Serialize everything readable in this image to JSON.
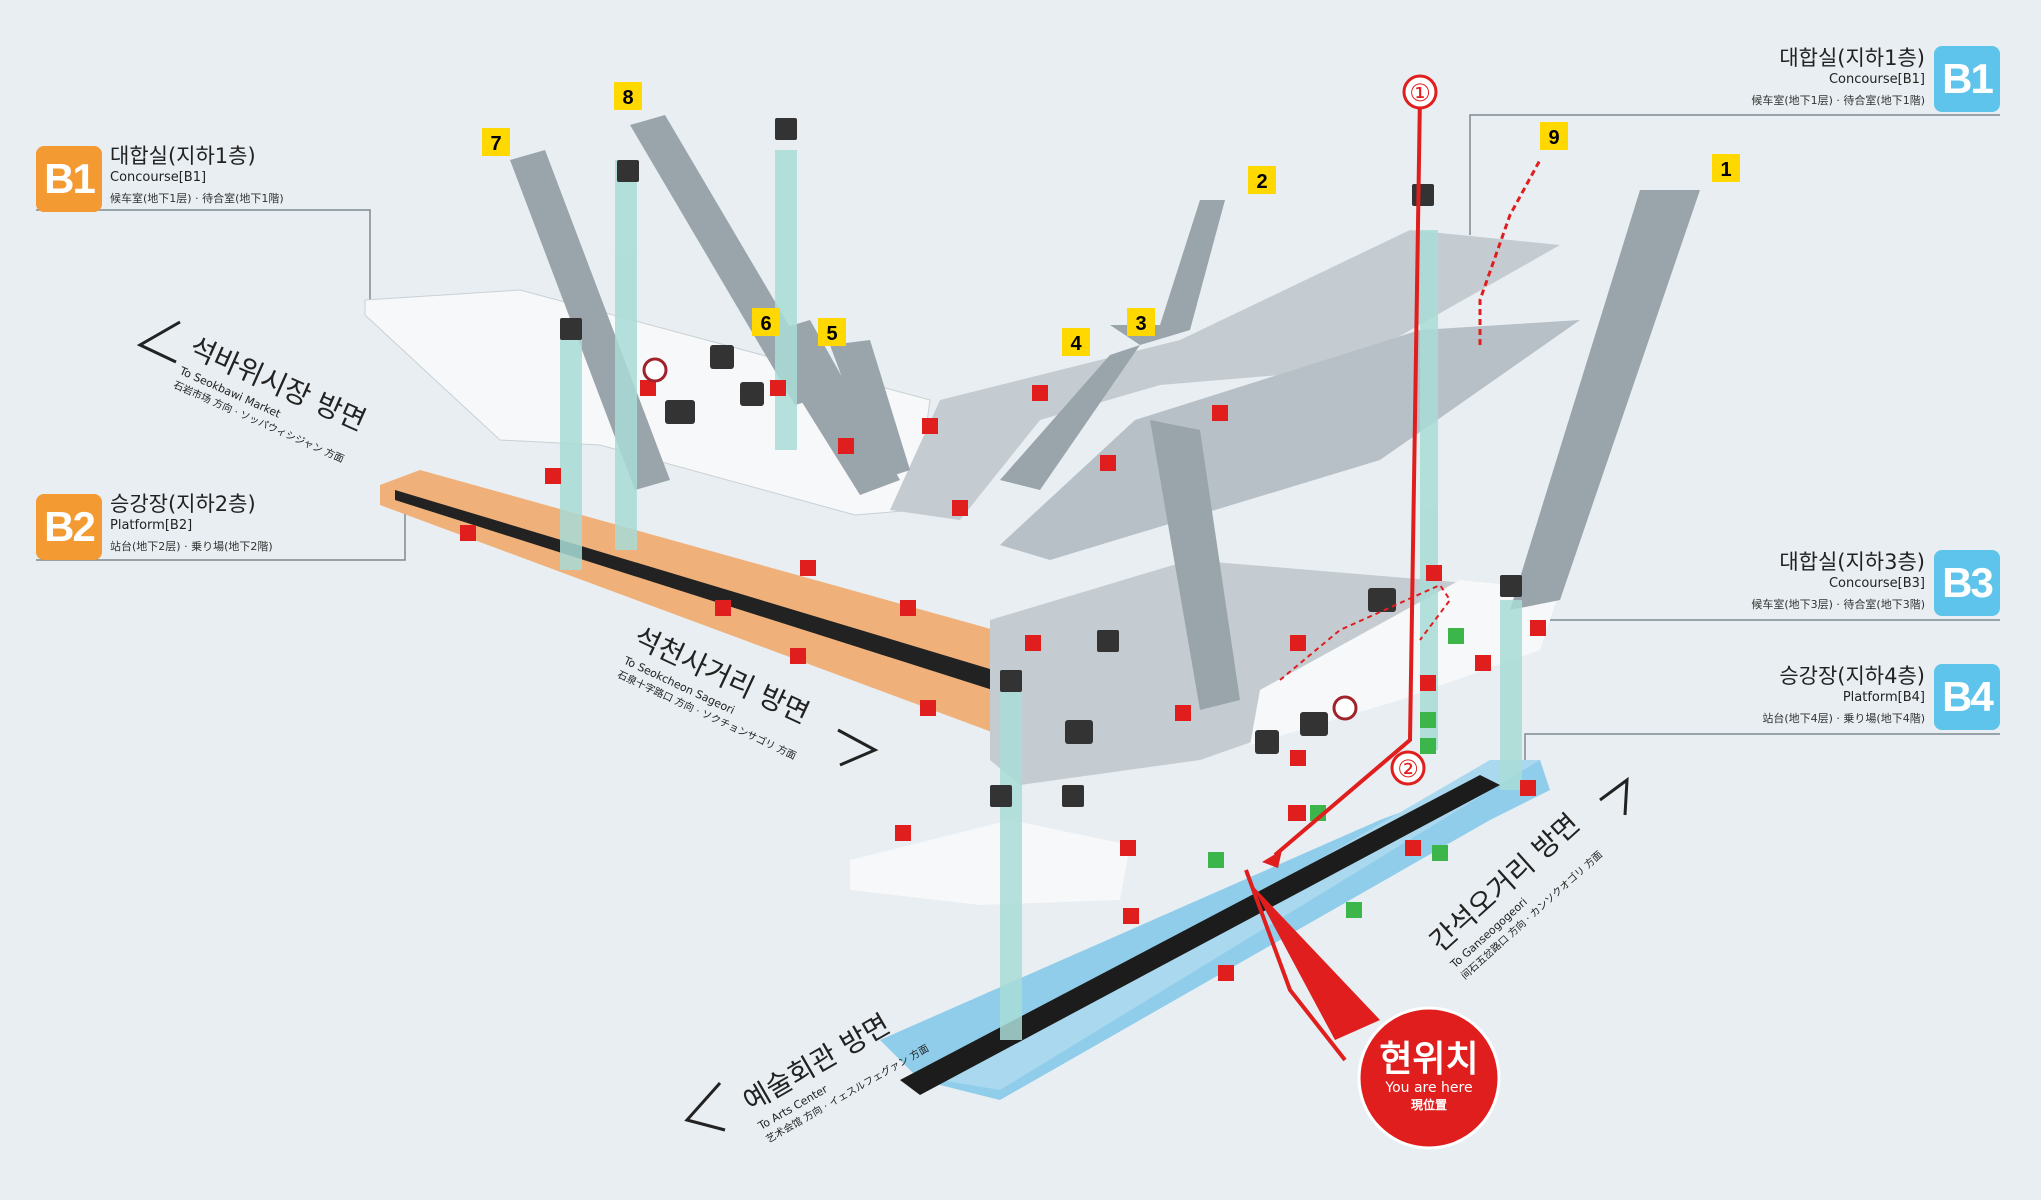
{
  "levels": [
    {
      "id": "b1-left",
      "badge": "B1",
      "ko": "대합실(지하1층)",
      "en": "Concourse[B1]",
      "jp": "候车室(地下1层) · 待合室(地下1階)",
      "color": "#f39a33"
    },
    {
      "id": "b2-left",
      "badge": "B2",
      "ko": "승강장(지하2층)",
      "en": "Platform[B2]",
      "jp": "站台(地下2层) · 乗り場(地下2階)",
      "color": "#f39a33"
    },
    {
      "id": "b1-right",
      "badge": "B1",
      "ko": "대합실(지하1층)",
      "en": "Concourse[B1]",
      "jp": "候车室(地下1层) · 待合室(地下1階)",
      "color": "#5ec4ec"
    },
    {
      "id": "b3-right",
      "badge": "B3",
      "ko": "대합실(지하3층)",
      "en": "Concourse[B3]",
      "jp": "候车室(地下3层) · 待合室(地下3階)",
      "color": "#5ec4ec"
    },
    {
      "id": "b4-right",
      "badge": "B4",
      "ko": "승강장(지하4층)",
      "en": "Platform[B4]",
      "jp": "站台(地下4层) · 乗り場(地下4階)",
      "color": "#5ec4ec"
    }
  ],
  "directions": [
    {
      "id": "seokbawi",
      "ko": "석바위시장 방면",
      "en": "To Seokbawi Market",
      "jp": "石岩市场 方向 · ソッパウィシジャン 方面"
    },
    {
      "id": "seokcheon",
      "ko": "석천사거리 방면",
      "en": "To Seokcheon Sageori",
      "jp": "石泉十字路口 方向 · ソクチョンサゴリ 方面"
    },
    {
      "id": "arts",
      "ko": "예술회관 방면",
      "en": "To Arts Center",
      "jp": "艺术会馆 方向 · イェスルフェグァン 方面"
    },
    {
      "id": "ganseok",
      "ko": "간석오거리 방면",
      "en": "To Ganseogogeori",
      "jp": "间石五岔路口 方向 · カンソクオゴリ 方面"
    }
  ],
  "exits": [
    "1",
    "2",
    "3",
    "4",
    "5",
    "6",
    "7",
    "8",
    "9"
  ],
  "route_markers": [
    "①",
    "②"
  ],
  "you_are_here": {
    "ko": "현위치",
    "en": "You are here",
    "hanja": "現位置",
    "color": "#e01e1e"
  },
  "colors": {
    "orange": "#f39a33",
    "cyan": "#5ec4ec",
    "route": "#e01e1e",
    "exit_badge": "#ffd800",
    "background": "#e8eef1"
  },
  "icons": [
    "elevator-icon",
    "escalator-icon",
    "info-icon",
    "restroom-icon",
    "fire-extinguisher-icon",
    "emergency-phone-icon"
  ]
}
